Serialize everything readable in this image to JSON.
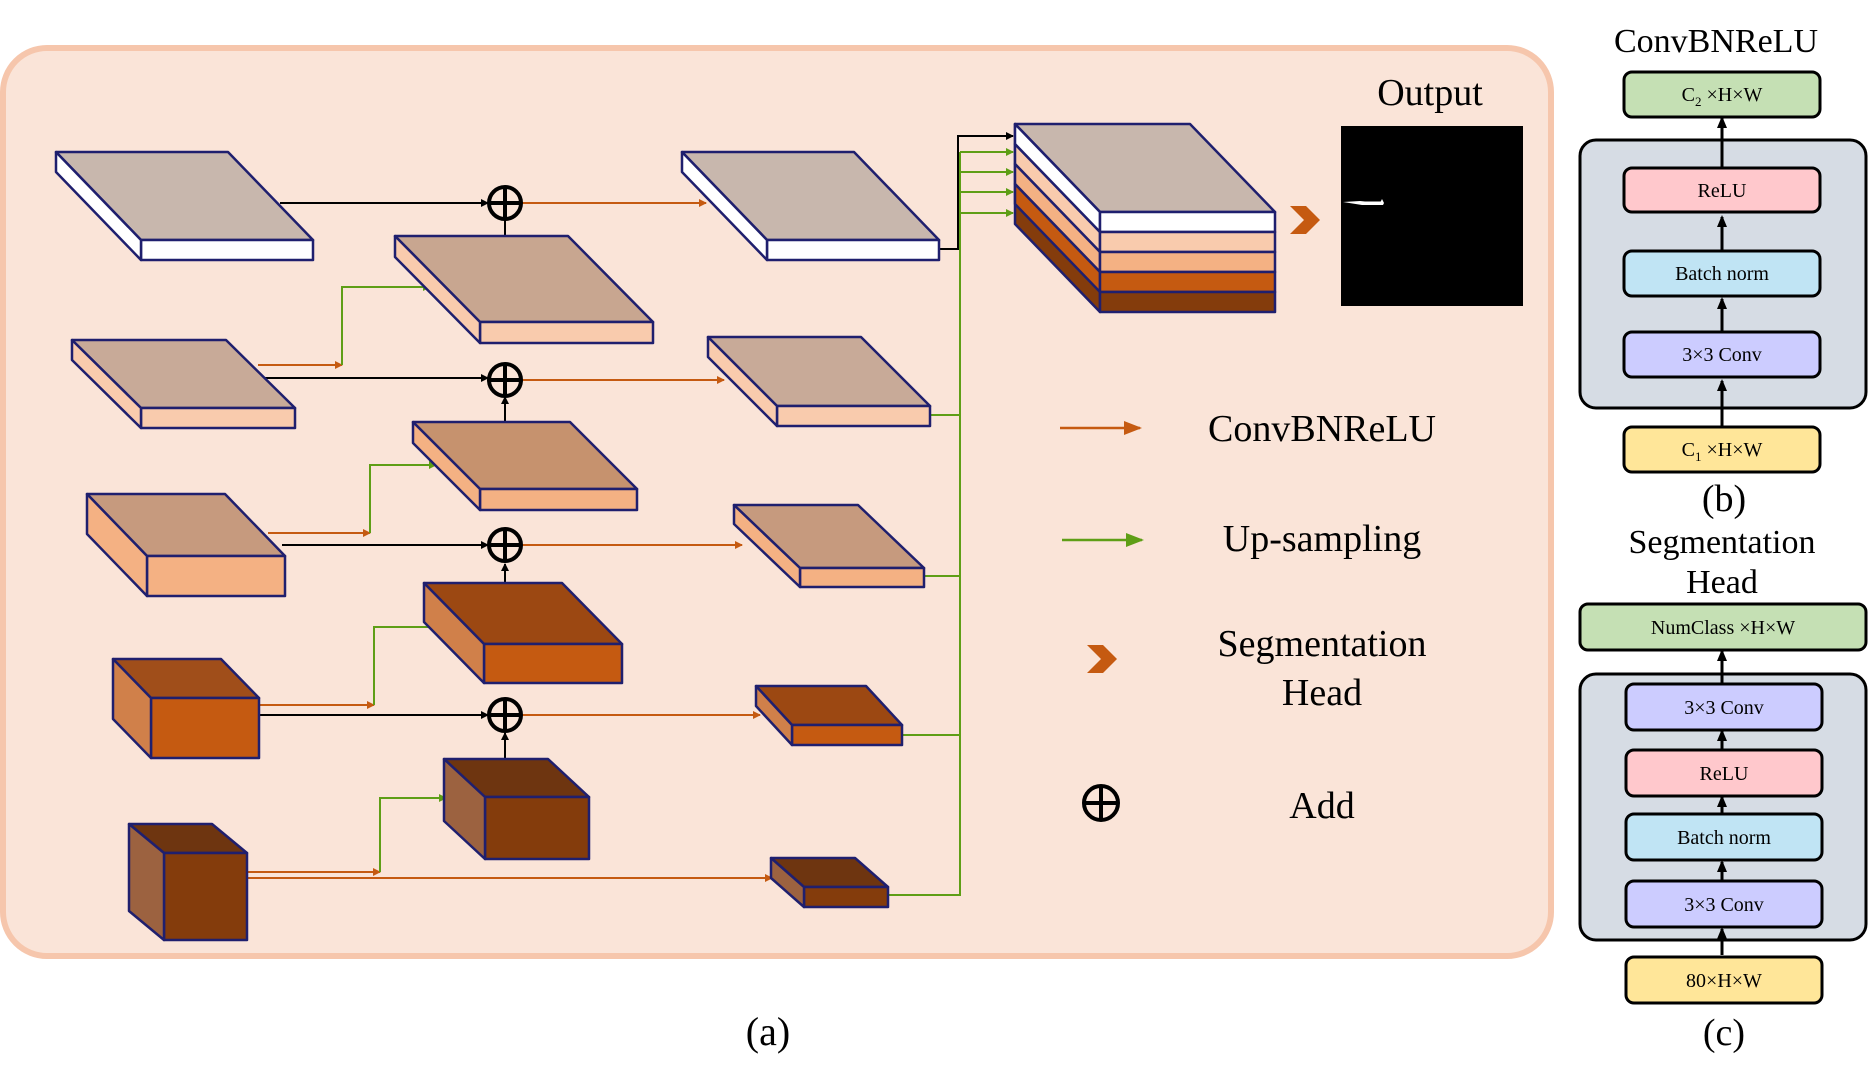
{
  "panel_a": {
    "caption": "(a)",
    "output_label": "Output",
    "legend": {
      "convbnrelu": "ConvBNReLU",
      "upsampling": "Up-sampling",
      "seghead_line1": "Segmentation",
      "seghead_line2": "Head",
      "add": "Add"
    }
  },
  "panel_b": {
    "title": "ConvBNReLU",
    "caption": "(b)",
    "blocks": {
      "out_c": "C",
      "out_sub": "2",
      "out_rest": " ×H×W",
      "relu": "ReLU",
      "bn": "Batch norm",
      "conv": "3×3 Conv",
      "in_c": "C",
      "in_sub": "1",
      "in_rest": " ×H×W"
    }
  },
  "panel_c": {
    "title_line1": "Segmentation",
    "title_line2": "Head",
    "caption": "(c)",
    "blocks": {
      "out": "NumClass ×H×W",
      "conv2": "3×3 Conv",
      "relu": "ReLU",
      "bn": "Batch norm",
      "conv1": "3×3 Conv",
      "in": "80×H×W"
    }
  },
  "colors": {
    "panel_bg": "#fae4d8",
    "panel_border": "#f6c6ac",
    "convbnrelu_arrow": "#c55a11",
    "upsampling_arrow": "#5e9e16",
    "outline": "#1f1f6e",
    "block_green": "#c5e0b4",
    "block_pink": "#ffc8cc",
    "block_blue": "#c0e4f4",
    "block_violet": "#ccccff",
    "block_yellow": "#ffe699",
    "group_bg": "#d6dce4"
  }
}
